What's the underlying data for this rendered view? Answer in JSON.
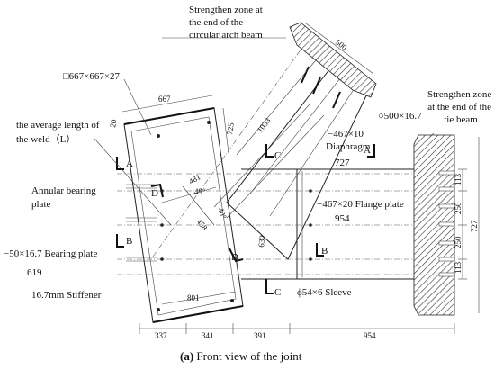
{
  "labels": {
    "strengthen_arch": [
      "Strengthen zone at",
      "the end of the",
      "circular arch beam"
    ],
    "strengthen_tie": [
      "Strengthen zone",
      "at the end of the",
      "tie beam"
    ],
    "box_section": "□667×667×27",
    "weld_length": [
      "the average length of",
      "the weld（L）"
    ],
    "circle_section": "○500×16.7",
    "diaphragm_spec": "−467×10",
    "diaphragm": "Diaphragm",
    "annular_plate": [
      "Annular bearing",
      "plate"
    ],
    "flange_plate": "−467×20  Flange plate",
    "bearing_plate": "−50×16.7  Bearing plate",
    "stiffener": "16.7mm  Stiffener",
    "sleeve": "ϕ54×6 Sleeve"
  },
  "section_marks": {
    "a": "A",
    "b": "B",
    "c": "C",
    "d": "D"
  },
  "dimensions": {
    "d500": "500",
    "d667": "667",
    "d20": "20",
    "d1033": "1033",
    "d725": "725",
    "d727_top": "727",
    "d481": "481",
    "a49": "49°",
    "a40": "40°",
    "d458": "458",
    "d954_mid": "954",
    "d632": "632",
    "d619": "619",
    "d801": "801",
    "d113_top": "113",
    "d250_top": "250",
    "d250_bot": "250",
    "d113_bot": "113",
    "d727_right": "727",
    "d337": "337",
    "d341": "341",
    "d391": "391",
    "d954_bottom": "954"
  },
  "caption": {
    "prefix": "(a)",
    "text": " Front view of the joint"
  }
}
